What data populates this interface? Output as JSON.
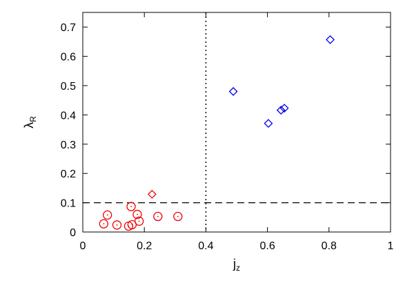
{
  "chart_data": {
    "type": "scatter",
    "title": "",
    "xlabel": {
      "main": "j",
      "sub": "z"
    },
    "ylabel": {
      "main": "λ",
      "sub": "R"
    },
    "xlim": [
      0,
      1
    ],
    "ylim": [
      0,
      0.75
    ],
    "x_ticks": [
      0,
      0.2,
      0.4,
      0.6,
      0.8,
      1
    ],
    "x_tick_labels": [
      "0",
      "0.2",
      "0.4",
      "0.6",
      "0.8",
      "1"
    ],
    "y_ticks": [
      0,
      0.1,
      0.2,
      0.3,
      0.4,
      0.5,
      0.6,
      0.7
    ],
    "y_tick_labels": [
      "0",
      "0.1",
      "0.2",
      "0.3",
      "0.4",
      "0.5",
      "0.6",
      "0.7"
    ],
    "grid": false,
    "reference_lines": [
      {
        "orientation": "horizontal",
        "value": 0.1,
        "style": "dashed",
        "color": "#000000"
      },
      {
        "orientation": "vertical",
        "value": 0.4,
        "style": "dotted",
        "color": "#000000"
      }
    ],
    "series": [
      {
        "marker": "circle-dot",
        "color": "#ee0000",
        "points": [
          [
            0.068,
            0.028
          ],
          [
            0.08,
            0.058
          ],
          [
            0.111,
            0.024
          ],
          [
            0.149,
            0.02
          ],
          [
            0.157,
            0.087
          ],
          [
            0.16,
            0.025
          ],
          [
            0.177,
            0.06
          ],
          [
            0.183,
            0.037
          ],
          [
            0.244,
            0.053
          ],
          [
            0.309,
            0.053
          ]
        ]
      },
      {
        "marker": "diamond",
        "color": "#ee0000",
        "points": [
          [
            0.225,
            0.129
          ]
        ]
      },
      {
        "marker": "diamond",
        "color": "#0000ee",
        "points": [
          [
            0.489,
            0.48
          ],
          [
            0.603,
            0.371
          ],
          [
            0.644,
            0.416
          ],
          [
            0.655,
            0.423
          ],
          [
            0.804,
            0.657
          ]
        ]
      }
    ]
  }
}
